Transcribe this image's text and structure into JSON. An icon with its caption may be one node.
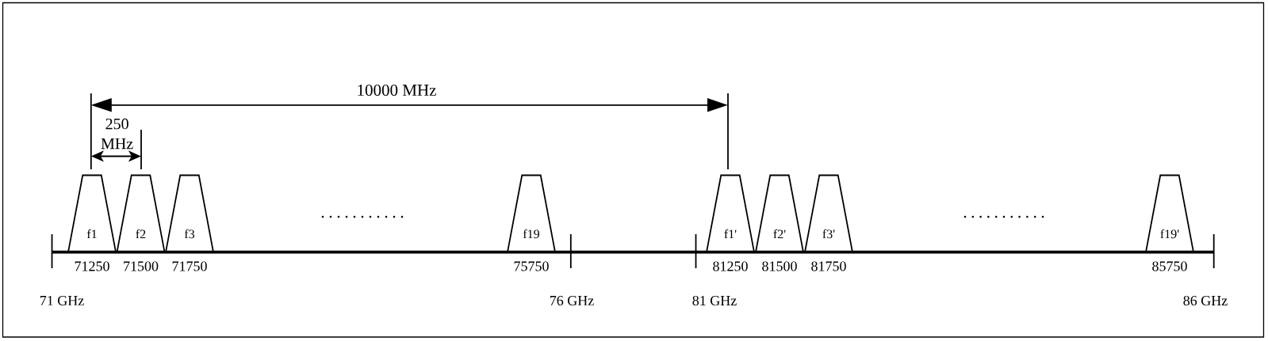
{
  "diagram": {
    "nodes": [
      {
        "text": [
          "f1"
        ],
        "beside": [
          "71250"
        ]
      },
      {
        "text": [
          "f2"
        ],
        "beside": [
          "71500"
        ]
      },
      {
        "text": [
          "f3"
        ],
        "beside": [
          "71750"
        ]
      },
      {
        "text": [
          "f19"
        ],
        "beside": [
          "75750"
        ]
      },
      {
        "text": [
          "f1'"
        ],
        "beside": [
          "81250"
        ]
      },
      {
        "text": [
          "f2'"
        ],
        "beside": [
          "81500"
        ]
      },
      {
        "text": [
          "f3'"
        ],
        "beside": [
          "81750"
        ]
      },
      {
        "text": [
          "f19'"
        ],
        "beside": [
          "85750"
        ]
      }
    ],
    "labels": [
      "10000 MHz",
      "250 MHz",
      "71 GHz",
      "76 GHz",
      "81 GHz",
      "86 GHz"
    ]
  }
}
